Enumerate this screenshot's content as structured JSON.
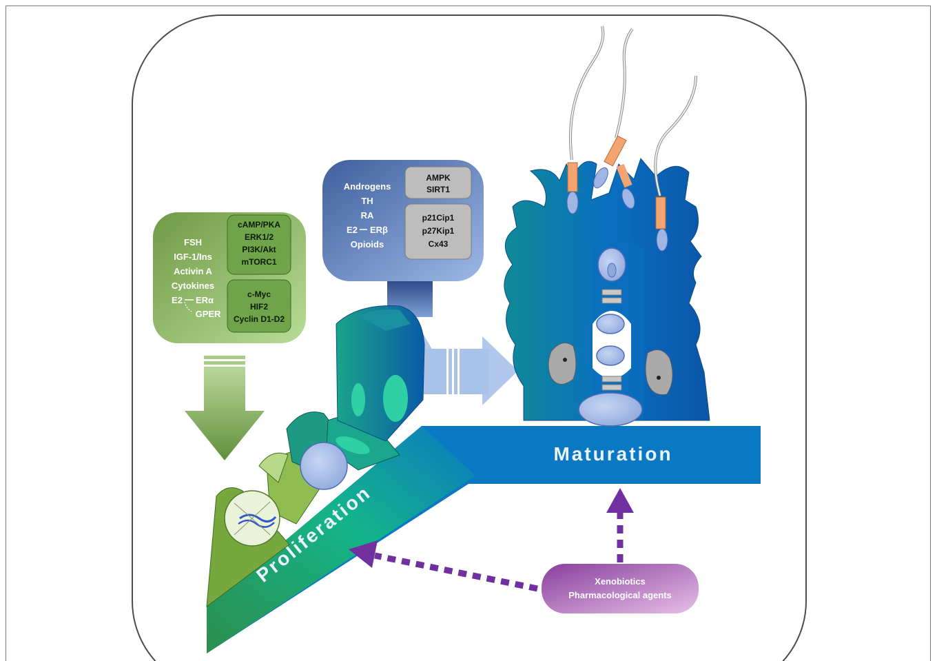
{
  "green_box": {
    "factors": [
      "FSH",
      "IGF-1/Ins",
      "Activin A",
      "Cytokines",
      "E2",
      "ERα",
      "GPER"
    ],
    "signaling": [
      "cAMP/PKA",
      "ERK1/2",
      "PI3K/Akt",
      "mTORC1"
    ],
    "targets": [
      "c-Myc",
      "HIF2",
      "Cyclin D1-D2"
    ]
  },
  "blue_box": {
    "factors": [
      "Androgens",
      "TH",
      "RA",
      "E2",
      "ERβ",
      "Opioids"
    ],
    "signaling": [
      "AMPK",
      "SIRT1"
    ],
    "targets": [
      "p21Cip1",
      "p27Kip1",
      "Cx43"
    ]
  },
  "bars": {
    "proliferation": "Proliferation",
    "maturation": "Maturation"
  },
  "purple_box": {
    "line1": "Xenobiotics",
    "line2": "Pharmacological agents"
  },
  "colors": {
    "green_dark": "#5f8f3e",
    "green_light": "#a9d18e",
    "blue_bar": "#0a78c2",
    "purple": "#7030a0",
    "teal": "#1fb58a"
  }
}
